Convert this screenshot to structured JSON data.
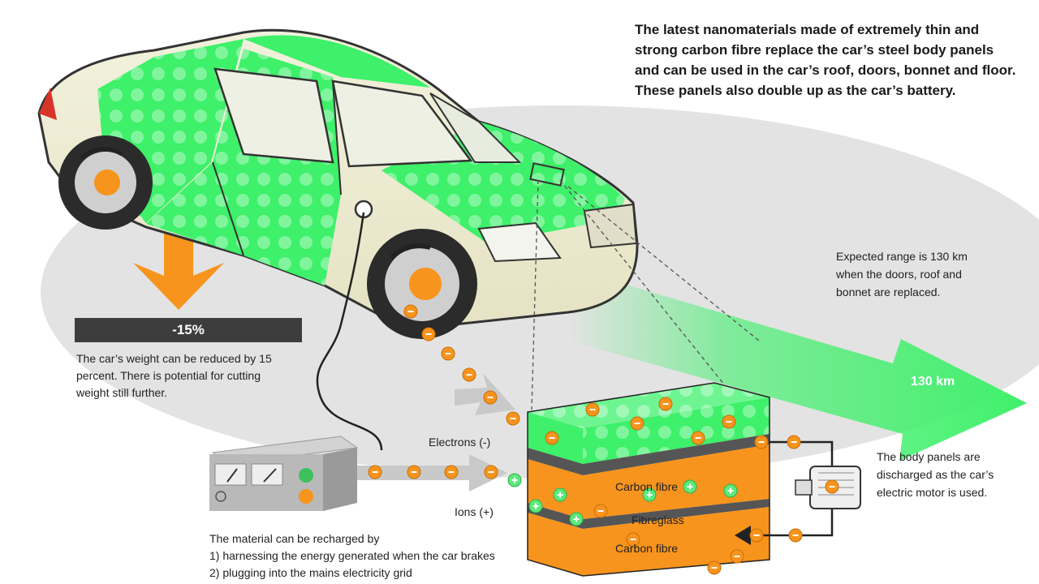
{
  "intro": "The latest nanomaterials made of extremely thin and strong carbon fibre replace the car’s steel body panels and can be used in the car’s roof, doors, bonnet and floor. These panels also double up as the car’s battery.",
  "weight": {
    "badge": "-15%",
    "text": "The car’s weight can be reduced by 15 percent. There is potential for cutting weight still further."
  },
  "range": {
    "text": "Expected range is 130 km when the doors, roof and bonnet are replaced.",
    "value": "130 km"
  },
  "discharge": "The body panels are discharged as the car’s electric motor is used.",
  "recharge": {
    "intro": "The material can be recharged by",
    "step1": "1) harnessing the energy generated when the car brakes",
    "step2": "2) plugging into the mains electricity grid"
  },
  "flow": {
    "electrons": "Electrons (-)",
    "ions": "Ions (+)"
  },
  "layers": {
    "top": "Carbon fibre",
    "middle": "Fibreglass",
    "bottom": "Carbon fibre"
  },
  "colors": {
    "green": "#3ef06a",
    "orange": "#f7941d",
    "dark": "#3d3d3d",
    "shadow": "#e3e3e3"
  },
  "icons": [
    "car-illustration",
    "charger-icon",
    "motor-icon",
    "down-arrow-icon",
    "range-arrow-icon"
  ]
}
